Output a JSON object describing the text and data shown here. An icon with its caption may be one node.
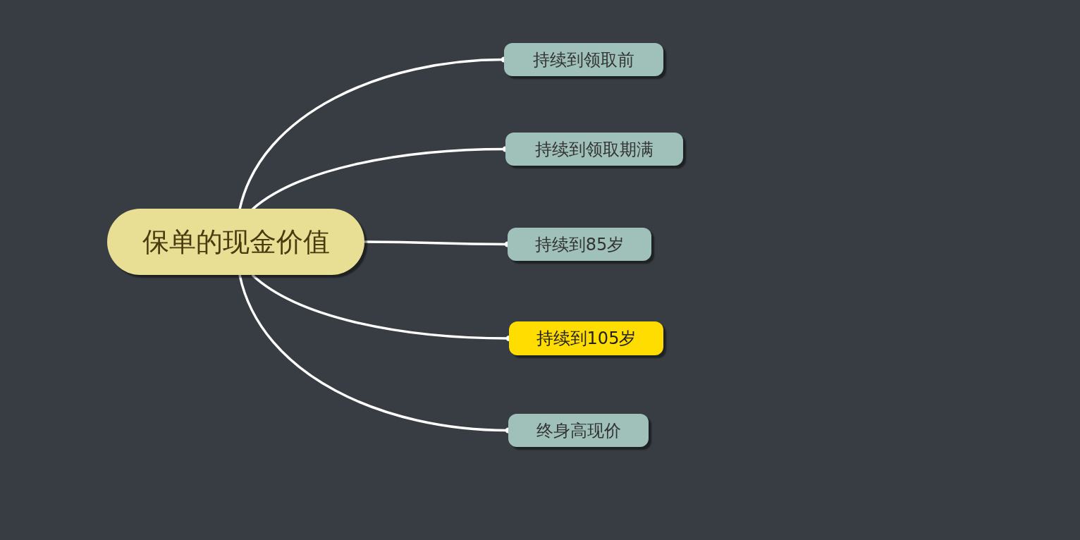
{
  "diagram": {
    "nodes": [
      {
        "text": [
          "保单的现金价值"
        ]
      },
      {
        "text": [
          "持续到领取前"
        ]
      },
      {
        "text": [
          "持续到领取期满"
        ]
      },
      {
        "text": [
          "持续到85岁"
        ]
      },
      {
        "text": [
          "持续到105岁"
        ]
      },
      {
        "text": [
          "终身高现价"
        ]
      }
    ],
    "edges": [
      {
        "from": 0,
        "to": 1,
        "arrow": "other"
      },
      {
        "from": 0,
        "to": 2,
        "arrow": "other"
      },
      {
        "from": 0,
        "to": 3,
        "arrow": "other"
      },
      {
        "from": 0,
        "to": 4,
        "arrow": "other"
      },
      {
        "from": 0,
        "to": 5,
        "arrow": "other"
      }
    ]
  }
}
